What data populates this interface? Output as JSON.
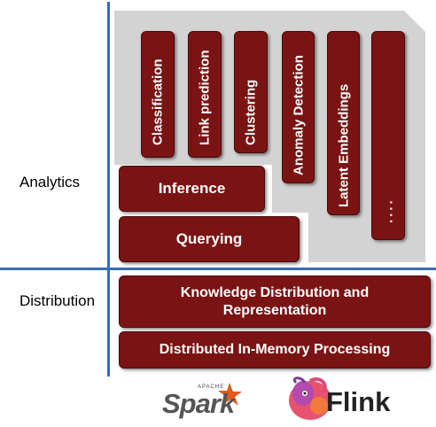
{
  "rows": {
    "analytics_label": "Analytics",
    "distribution_label": "Distribution"
  },
  "analytics": {
    "vertical_tasks": [
      "Classification",
      "Link prediction",
      "Clustering",
      "Anomaly Detection",
      "Latent Embeddings",
      "...."
    ],
    "inference_label": "Inference",
    "querying_label": "Querying"
  },
  "distribution": {
    "knowledge_label": "Knowledge Distribution and Representation",
    "processing_label": "Distributed In-Memory Processing"
  },
  "logos": {
    "spark_apache": "APACHE",
    "spark_name": "Spark",
    "flink_name": "Flink"
  },
  "colors": {
    "box_fill": "#7a1414",
    "panel_gray": "#d3d3d3",
    "axis_blue": "#3a6ab8"
  }
}
